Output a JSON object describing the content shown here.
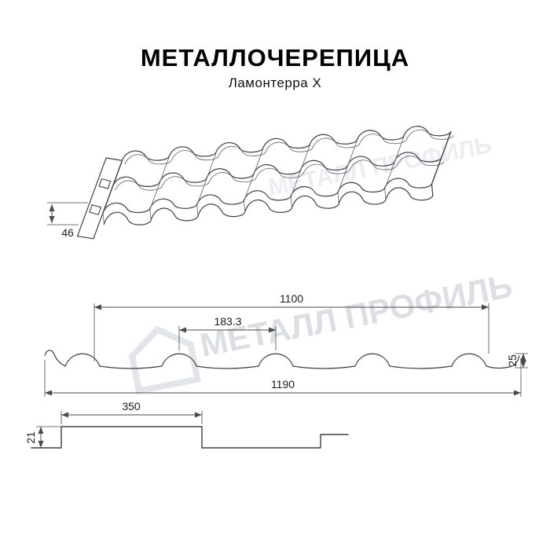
{
  "header": {
    "title": "МЕТАЛЛОЧЕРЕПИЦА",
    "subtitle": "Ламонтерра X"
  },
  "watermark": {
    "text": "МЕТАЛЛ ПРОФИЛЬ"
  },
  "perspective_view": {
    "step_height": "46"
  },
  "cross_section": {
    "cover_width": "1100",
    "module_width": "183.3",
    "profile_height": "25",
    "full_width": "1190"
  },
  "longitudinal_profile": {
    "module_length": "350",
    "step_height": "21"
  },
  "colors": {
    "line": "#3c4043",
    "dimension": "#4a4a4a",
    "watermark": "#d3d8de"
  }
}
